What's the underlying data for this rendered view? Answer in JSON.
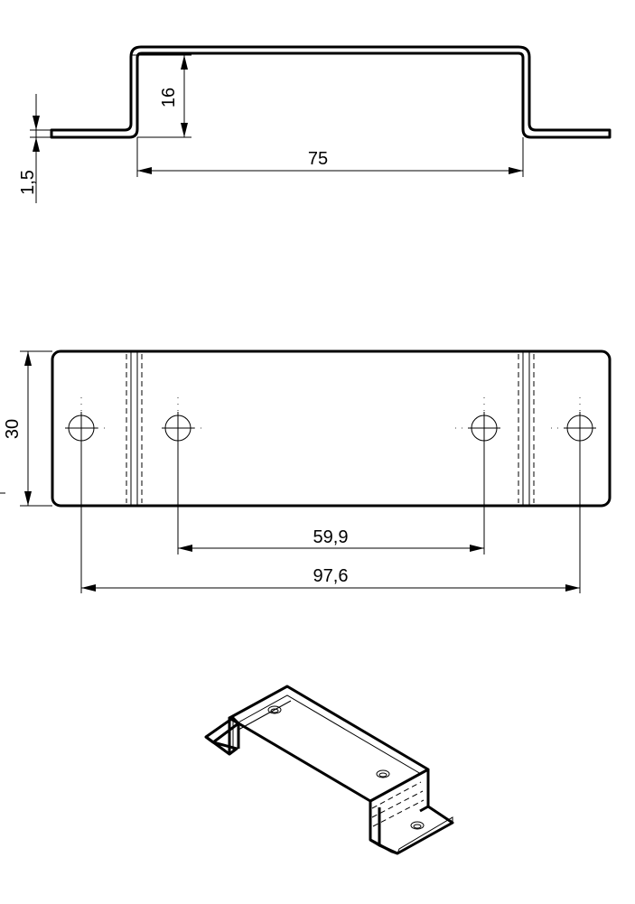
{
  "dimensions": {
    "thickness": "1,5",
    "height": "16",
    "inner_width": "75",
    "plate_width": "30",
    "inner_hole_spacing": "59,9",
    "outer_hole_spacing": "97,6"
  }
}
